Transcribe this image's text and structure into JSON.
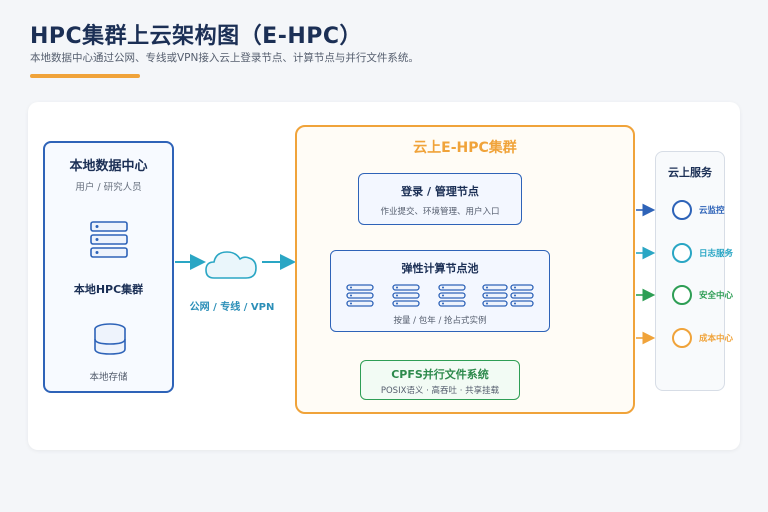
{
  "header": {
    "title": "HPC集群上云架构图（E-HPC）",
    "subtitle": "本地数据中心通过公网、专线或VPN接入云上登录节点、计算节点与并行文件系统。"
  },
  "local_dc": {
    "title": "本地数据中心",
    "users": "用户 / 研究人员",
    "cluster": "本地HPC集群",
    "storage": "本地存储"
  },
  "network": {
    "label": "公网 / 专线 / VPN"
  },
  "ehpc": {
    "title": "云上E-HPC集群",
    "login": {
      "title": "登录 / 管理节点",
      "desc": "作业提交、环境管理、用户入口"
    },
    "pool": {
      "title": "弹性计算节点池",
      "desc": "按量 / 包年 / 抢占式实例"
    },
    "cpfs": {
      "title": "CPFS并行文件系统",
      "desc": "POSIX语义 · 高吞吐 · 共享挂载"
    }
  },
  "services": {
    "title": "云上服务",
    "items": [
      {
        "label": "云监控",
        "color": "#2e63b8"
      },
      {
        "label": "日志服务",
        "color": "#2aa6c4"
      },
      {
        "label": "安全中心",
        "color": "#2e9e55"
      },
      {
        "label": "成本中心",
        "color": "#f0a33a"
      }
    ]
  },
  "colors": {
    "blue": "#2e63b8",
    "orange": "#f0a33a",
    "green": "#2e9e55",
    "teal": "#2aa6c4"
  }
}
